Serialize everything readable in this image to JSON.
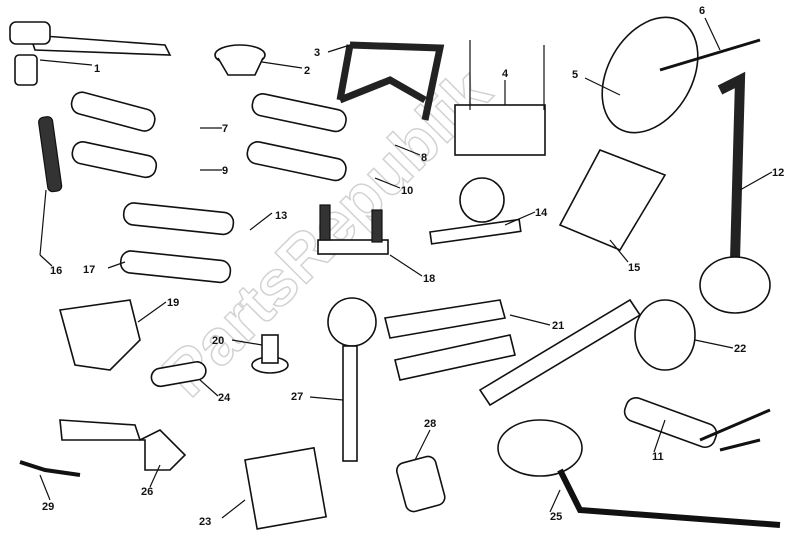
{
  "diagram": {
    "watermark": "PartsRepublik",
    "labels": [
      "1",
      "2",
      "3",
      "4",
      "5",
      "6",
      "7",
      "8",
      "9",
      "10",
      "11",
      "12",
      "13",
      "14",
      "15",
      "16",
      "17",
      "18",
      "19",
      "20",
      "21",
      "22",
      "23",
      "24",
      "25",
      "26",
      "27",
      "28",
      "29"
    ]
  }
}
